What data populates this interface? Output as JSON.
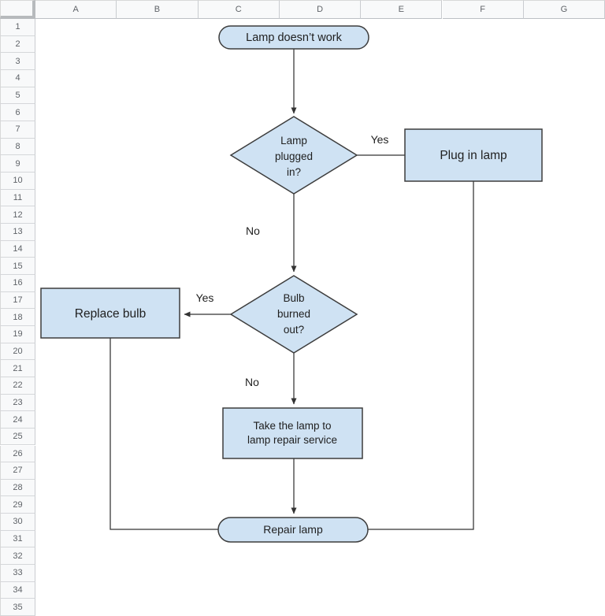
{
  "spreadsheet": {
    "columns": [
      "A",
      "B",
      "C",
      "D",
      "E",
      "F",
      "G"
    ],
    "rows": [
      "1",
      "2",
      "3",
      "4",
      "5",
      "6",
      "7",
      "8",
      "9",
      "10",
      "11",
      "12",
      "13",
      "14",
      "15",
      "16",
      "17",
      "18",
      "19",
      "20",
      "21",
      "22",
      "23",
      "24",
      "25",
      "26",
      "27",
      "28",
      "29",
      "30",
      "31",
      "32",
      "33",
      "34",
      "35"
    ]
  },
  "flowchart": {
    "colors": {
      "node_fill": "#cfe2f3",
      "node_border": "#3d3d3d",
      "connector": "#333333",
      "text": "#1f1f1f"
    },
    "nodes": {
      "start": {
        "type": "terminator",
        "label": "Lamp doesn’t work"
      },
      "plugged": {
        "type": "decision",
        "lines": [
          "Lamp",
          "plugged",
          "in?"
        ]
      },
      "plug_in": {
        "type": "process",
        "label": "Plug in lamp"
      },
      "burned": {
        "type": "decision",
        "lines": [
          "Bulb",
          "burned",
          "out?"
        ]
      },
      "replace": {
        "type": "process",
        "label": "Replace bulb"
      },
      "take": {
        "type": "process",
        "lines": [
          "Take the lamp to",
          "lamp repair service"
        ]
      },
      "end": {
        "type": "terminator",
        "label": "Repair lamp"
      }
    },
    "edge_labels": {
      "plugged_yes": "Yes",
      "plugged_no": "No",
      "burned_yes": "Yes",
      "burned_no": "No"
    }
  }
}
